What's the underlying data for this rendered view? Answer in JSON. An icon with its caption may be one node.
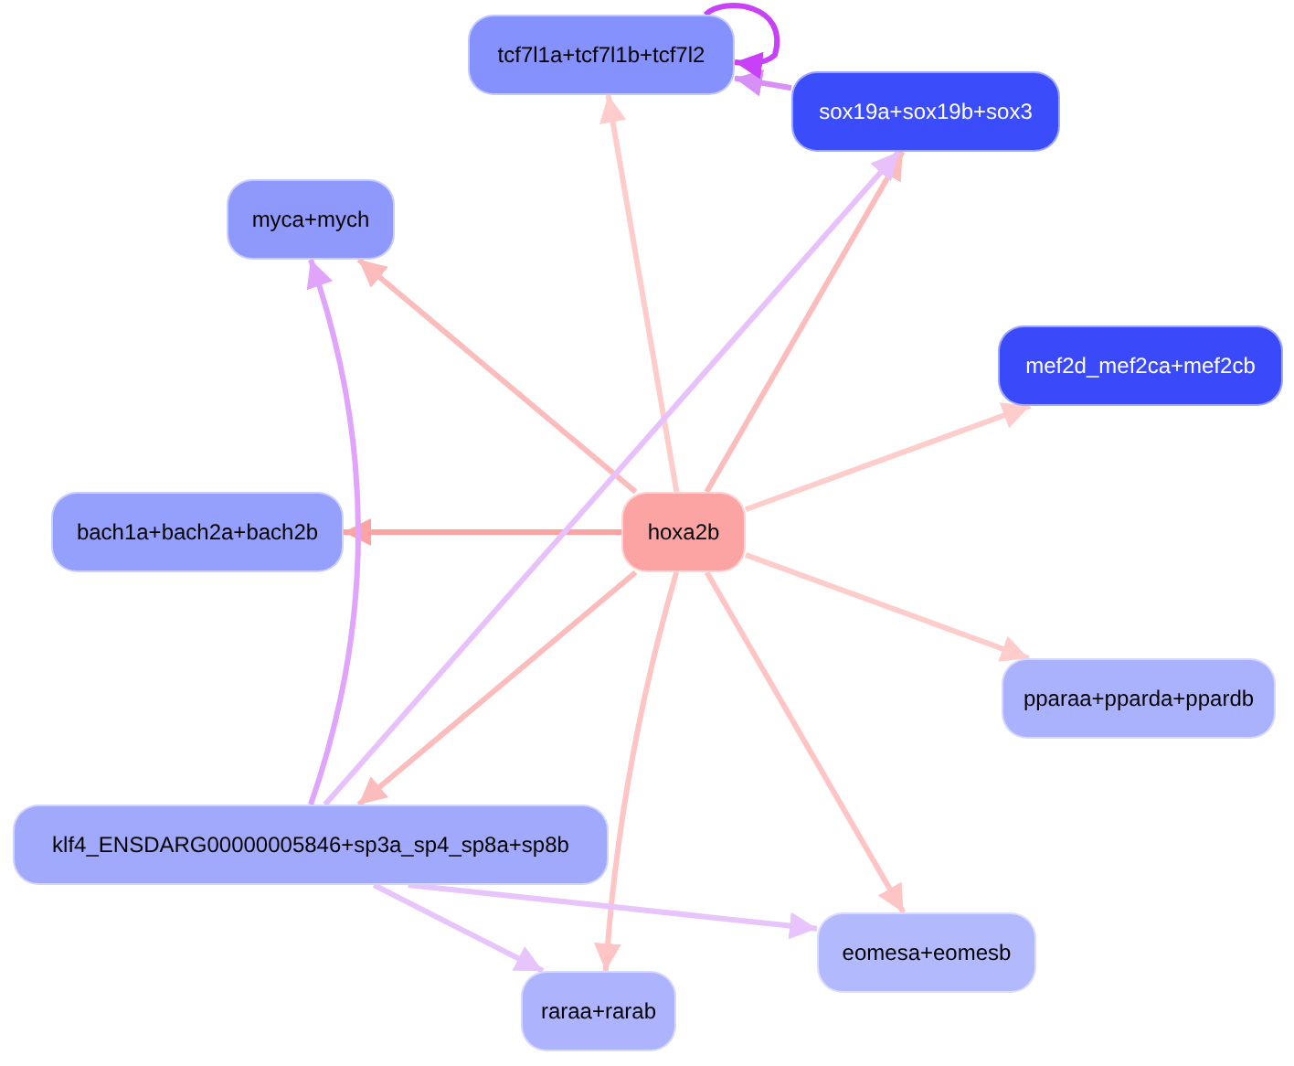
{
  "diagram": {
    "nodes": [
      {
        "text": [
          "tcf7l1a+tcf7l1b+tcf7l2"
        ]
      },
      {
        "text": [
          "sox19a+sox19b+sox3"
        ]
      },
      {
        "text": [
          "myca+mych"
        ]
      },
      {
        "text": [
          "mef2d_mef2ca+mef2cb"
        ]
      },
      {
        "text": [
          "bach1a+bach2a+bach2b"
        ]
      },
      {
        "text": [
          "hoxa2b"
        ]
      },
      {
        "text": [
          "pparaa+pparda+ppardb"
        ]
      },
      {
        "text": [
          "klf4_ENSDARG00000005846+sp3a_sp4_sp8a+sp8b"
        ]
      },
      {
        "text": [
          "eomesa+eomesb"
        ]
      },
      {
        "text": [
          "raraa+rarab"
        ]
      }
    ],
    "edges": [
      {
        "from": 5,
        "to": 0,
        "arrow": "to",
        "color": "#ffcccc"
      },
      {
        "from": 5,
        "to": 1,
        "arrow": "to",
        "color": "#fcbcbc"
      },
      {
        "from": 5,
        "to": 2,
        "arrow": "to",
        "color": "#fcbcbc"
      },
      {
        "from": 5,
        "to": 3,
        "arrow": "to",
        "color": "#ffcccc"
      },
      {
        "from": 5,
        "to": 4,
        "arrow": "to",
        "color": "#fca4a4"
      },
      {
        "from": 5,
        "to": 6,
        "arrow": "to",
        "color": "#ffcccc"
      },
      {
        "from": 5,
        "to": 7,
        "arrow": "to",
        "color": "#fcbcbc"
      },
      {
        "from": 5,
        "to": 8,
        "arrow": "to",
        "color": "#ffc4c4"
      },
      {
        "from": 5,
        "to": 9,
        "arrow": "to",
        "color": "#ffc4c4"
      },
      {
        "from": 1,
        "to": 0,
        "arrow": "to",
        "color": "#d890f8"
      },
      {
        "from": 0,
        "to": 0,
        "arrow": "to",
        "color": "#c840f8"
      },
      {
        "from": 7,
        "to": 2,
        "arrow": "to",
        "color": "#e0a4fc"
      },
      {
        "from": 7,
        "to": 1,
        "arrow": "to",
        "color": "#e8c0fc"
      },
      {
        "from": 7,
        "to": 8,
        "arrow": "to",
        "color": "#e8c4fc"
      },
      {
        "from": 7,
        "to": 9,
        "arrow": "to",
        "color": "#e8c4fc"
      }
    ]
  }
}
